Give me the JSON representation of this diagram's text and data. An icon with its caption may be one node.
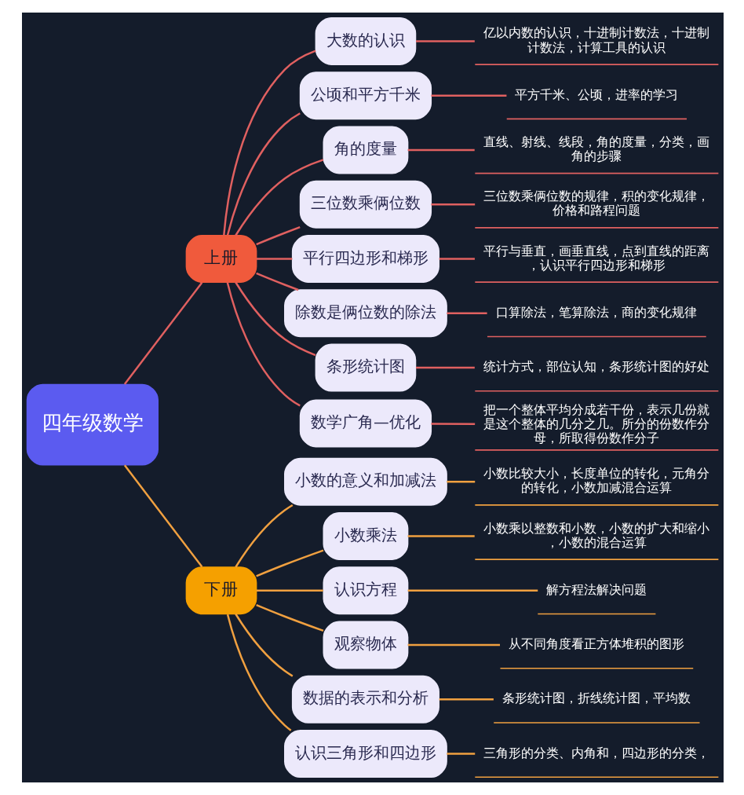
{
  "diagram": {
    "nodes": [
      {
        "text": [
          "四年级数学"
        ]
      },
      {
        "text": [
          "上册"
        ]
      },
      {
        "text": [
          "大数的认识"
        ]
      },
      {
        "text": [
          "亿以内数的认识，十进制计数法，十进制计数法，计算工具的认识"
        ]
      },
      {
        "text": [
          "公顷和平方千米"
        ]
      },
      {
        "text": [
          "平方千米、公顷，进率的学习"
        ]
      },
      {
        "text": [
          "角的度量"
        ]
      },
      {
        "text": [
          "直线、射线、线段，角的度量，分类，画角的步骤"
        ]
      },
      {
        "text": [
          "三位数乘俩位数"
        ]
      },
      {
        "text": [
          "三位数乘俩位数的规律，积的变化规律，价格和路程问题"
        ]
      },
      {
        "text": [
          "平行四边形和梯形"
        ]
      },
      {
        "text": [
          "平行与垂直，画垂直线，点到直线的距离，认识平行四边形和梯形"
        ]
      },
      {
        "text": [
          "除数是俩位数的除法"
        ]
      },
      {
        "text": [
          "口算除法，笔算除法，商的变化规律"
        ]
      },
      {
        "text": [
          "条形统计图"
        ]
      },
      {
        "text": [
          "统计方式，部位认知，条形统计图的好处"
        ]
      },
      {
        "text": [
          "数学广角—优化"
        ]
      },
      {
        "text": [
          "把一个整体平均分成若干份，表示几份就是这个整体的几分之几。所分的份数作分母，所取得份数作分子"
        ]
      },
      {
        "text": [
          "下册"
        ]
      },
      {
        "text": [
          "小数的意义和加减法"
        ]
      },
      {
        "text": [
          "小数比较大小，长度单位的转化，元角分的转化，小数加减混合运算"
        ]
      },
      {
        "text": [
          "小数乘法"
        ]
      },
      {
        "text": [
          "小数乘以整数和小数，小数的扩大和缩小，小数的混合运算"
        ]
      },
      {
        "text": [
          "认识方程"
        ]
      },
      {
        "text": [
          "解方程法解决问题"
        ]
      },
      {
        "text": [
          "观察物体"
        ]
      },
      {
        "text": [
          "从不同角度看正方体堆积的图形"
        ]
      },
      {
        "text": [
          "数据的表示和分析"
        ]
      },
      {
        "text": [
          "条形统计图，折线统计图，平均数"
        ]
      },
      {
        "text": [
          "认识三角形和四边形"
        ]
      },
      {
        "text": [
          "三角形的分类、内角和，四边形的分类，"
        ]
      }
    ],
    "edges": [
      {
        "from": 0,
        "to": 1,
        "arrow": "none"
      },
      {
        "from": 1,
        "to": 2,
        "arrow": "none"
      },
      {
        "from": 2,
        "to": 3,
        "arrow": "none"
      },
      {
        "from": 1,
        "to": 4,
        "arrow": "none"
      },
      {
        "from": 4,
        "to": 5,
        "arrow": "none"
      },
      {
        "from": 1,
        "to": 6,
        "arrow": "none"
      },
      {
        "from": 6,
        "to": 7,
        "arrow": "none"
      },
      {
        "from": 1,
        "to": 8,
        "arrow": "none"
      },
      {
        "from": 8,
        "to": 9,
        "arrow": "none"
      },
      {
        "from": 1,
        "to": 10,
        "arrow": "none"
      },
      {
        "from": 10,
        "to": 11,
        "arrow": "none"
      },
      {
        "from": 1,
        "to": 12,
        "arrow": "none"
      },
      {
        "from": 12,
        "to": 13,
        "arrow": "none"
      },
      {
        "from": 1,
        "to": 14,
        "arrow": "none"
      },
      {
        "from": 14,
        "to": 15,
        "arrow": "none"
      },
      {
        "from": 1,
        "to": 16,
        "arrow": "none"
      },
      {
        "from": 16,
        "to": 17,
        "arrow": "none"
      },
      {
        "from": 0,
        "to": 18,
        "arrow": "none",
        "color": "#f0a040"
      },
      {
        "from": 18,
        "to": 19,
        "arrow": "none",
        "color": "#f0a040"
      },
      {
        "from": 19,
        "to": 20,
        "arrow": "none",
        "color": "#f0a040"
      },
      {
        "from": 18,
        "to": 21,
        "arrow": "none",
        "color": "#f0a040"
      },
      {
        "from": 21,
        "to": 22,
        "arrow": "none",
        "color": "#f0a040"
      },
      {
        "from": 18,
        "to": 23,
        "arrow": "none",
        "color": "#f0a040"
      },
      {
        "from": 23,
        "to": 24,
        "arrow": "none",
        "color": "#f0a040"
      },
      {
        "from": 18,
        "to": 25,
        "arrow": "none",
        "color": "#f0a040"
      },
      {
        "from": 25,
        "to": 26,
        "arrow": "none",
        "color": "#f0a040"
      },
      {
        "from": 18,
        "to": 27,
        "arrow": "none",
        "color": "#f0a040"
      },
      {
        "from": 27,
        "to": 28,
        "arrow": "none",
        "color": "#f0a040"
      },
      {
        "from": 18,
        "to": 29,
        "arrow": "none",
        "color": "#f0a040"
      },
      {
        "from": 29,
        "to": 30,
        "arrow": "none",
        "color": "#f0a040"
      }
    ]
  }
}
